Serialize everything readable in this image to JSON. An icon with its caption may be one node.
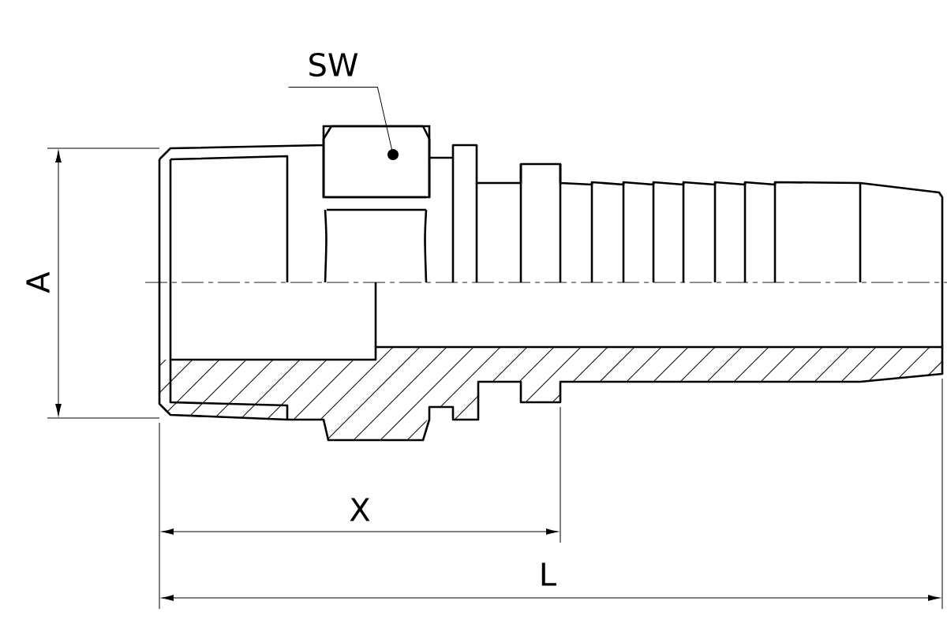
{
  "diagram": {
    "nodes": [
      {
        "text": [
          "SW"
        ]
      },
      {
        "text": [],
        "shape": "box"
      }
    ],
    "edges": [
      {
        "from": 0,
        "to": 1,
        "arrow": "other"
      }
    ],
    "labels": [
      "A",
      "X",
      "L"
    ]
  }
}
